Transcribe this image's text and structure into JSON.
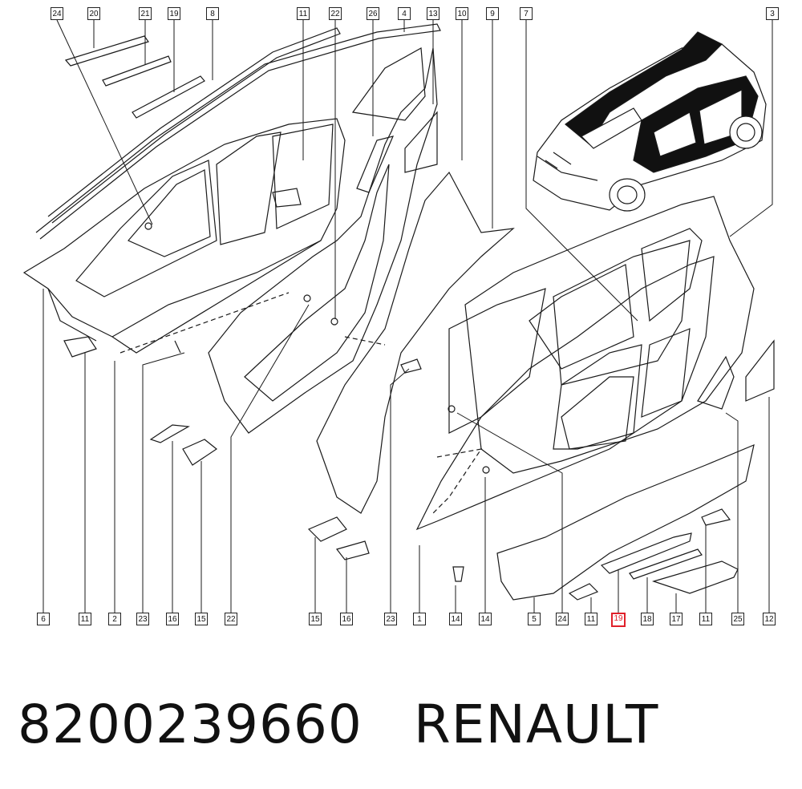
{
  "callouts_top": [
    "24",
    "20",
    "21",
    "19",
    "8",
    "11",
    "22",
    "26",
    "4",
    "13",
    "10",
    "9",
    "7",
    "3"
  ],
  "callouts_bottom": [
    "6",
    "11",
    "2",
    "23",
    "16",
    "15",
    "22",
    "15",
    "16",
    "23",
    "1",
    "14",
    "14",
    "5",
    "24",
    "11",
    "19",
    "18",
    "17",
    "11",
    "25",
    "12"
  ],
  "highlighted_callout": "19",
  "part_number": "8200239660",
  "brand": "RENAULT",
  "colors": {
    "line": "#1a1a1a",
    "highlight": "#e0202a",
    "car_fill": "#111111"
  }
}
